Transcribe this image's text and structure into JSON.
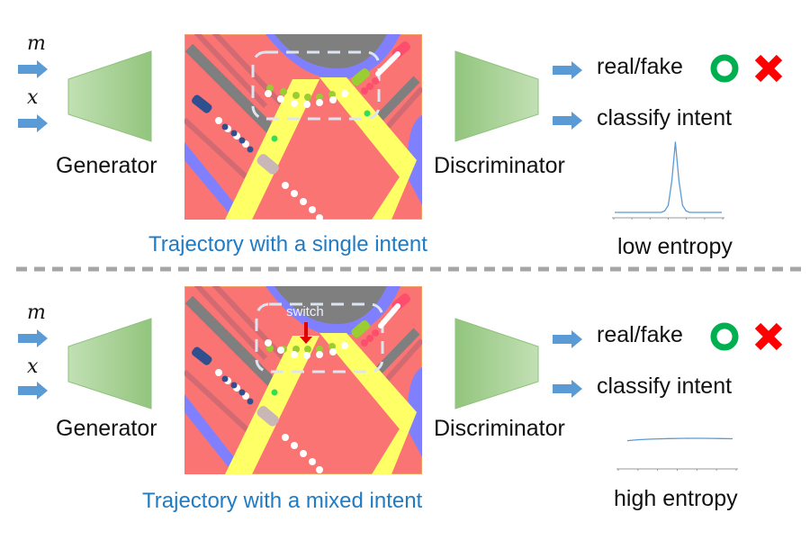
{
  "colors": {
    "arrow": "#5b9bd5",
    "network_fill_light": "#b9dcac",
    "network_fill_dark": "#92c57d",
    "caption": "#1f7bc4",
    "real_circle": "#00b050",
    "fake_cross": "#ff0000",
    "divider": "#a6a6a6",
    "map_road": "#fb7474",
    "map_lane": "#ffff66",
    "map_sidewalk": "#8080ff",
    "map_median": "#7f7f7f",
    "entropy_curve": "#5b9bd5"
  },
  "panels": [
    {
      "inputs": [
        "m",
        "x"
      ],
      "generator_label": "Generator",
      "caption": "Trajectory with a single intent",
      "discriminator_label": "Discriminator",
      "outputs": {
        "real_fake_label": "real/fake",
        "real_icon": "circle-icon",
        "fake_icon": "cross-icon",
        "classify_label": "classify intent"
      },
      "entropy_label": "low entropy",
      "annotation": ""
    },
    {
      "inputs": [
        "m",
        "x"
      ],
      "generator_label": "Generator",
      "caption": "Trajectory with a mixed intent",
      "discriminator_label": "Discriminator",
      "outputs": {
        "real_fake_label": "real/fake",
        "real_icon": "circle-icon",
        "fake_icon": "cross-icon",
        "classify_label": "classify intent"
      },
      "entropy_label": "high entropy",
      "annotation": "switch"
    }
  ],
  "chart_data": [
    {
      "type": "line",
      "title": "",
      "description": "intent distribution (peaked)",
      "x": [
        0,
        1,
        2,
        3,
        4,
        5,
        6,
        7,
        8,
        9,
        10,
        11,
        12,
        13,
        14,
        15,
        16,
        17,
        18,
        19,
        20,
        21,
        22,
        23,
        24,
        25,
        26,
        27,
        28,
        29,
        30
      ],
      "values": [
        0,
        0,
        0,
        0,
        0,
        0,
        0,
        0,
        0,
        0,
        0,
        0,
        0,
        0,
        0.02,
        0.1,
        0.45,
        1.0,
        0.45,
        0.1,
        0.02,
        0,
        0,
        0,
        0,
        0,
        0,
        0,
        0,
        0,
        0
      ],
      "ylim": [
        0,
        1.05
      ],
      "xticks": 7
    },
    {
      "type": "line",
      "title": "",
      "description": "intent distribution (flat)",
      "x": [
        0,
        1,
        2,
        3,
        4,
        5,
        6,
        7,
        8,
        9,
        10
      ],
      "values": [
        0.9,
        0.93,
        0.95,
        0.96,
        0.97,
        0.975,
        0.98,
        0.98,
        0.975,
        0.97,
        0.965
      ],
      "ylim": [
        0,
        1.5
      ],
      "xticks": 7
    }
  ]
}
